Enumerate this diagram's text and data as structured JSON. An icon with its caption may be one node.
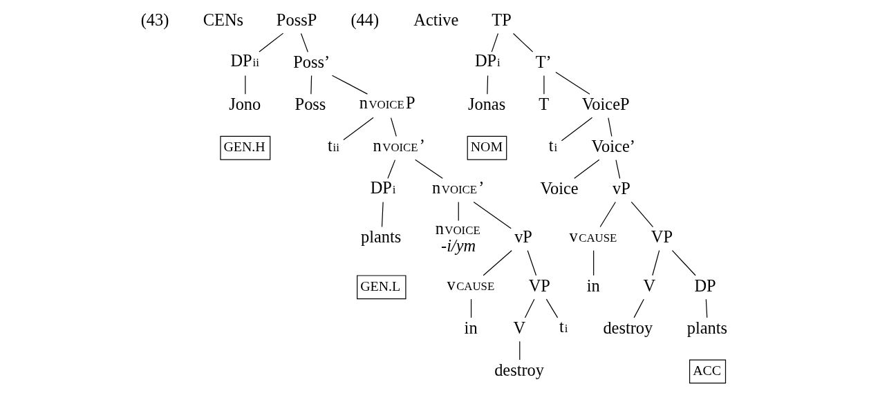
{
  "diagram": {
    "nodes": [
      {
        "text": [
          "PossP"
        ]
      },
      {
        "text": [
          "DP$_{ii}$"
        ]
      },
      {
        "text": [
          "Jono"
        ]
      },
      {
        "text": [
          "GEN.H"
        ]
      },
      {
        "text": [
          "Poss’"
        ]
      },
      {
        "text": [
          "Poss"
        ]
      },
      {
        "text": [
          "n$_{VOICE}$P"
        ]
      },
      {
        "text": [
          "t$_{ii}$"
        ]
      },
      {
        "text": [
          "n$_{VOICE}$’"
        ]
      },
      {
        "text": [
          "DP$_{i}$"
        ]
      },
      {
        "text": [
          "plants"
        ]
      },
      {
        "text": [
          "GEN.L"
        ]
      },
      {
        "text": [
          "n$_{VOICE}$’"
        ]
      },
      {
        "text": [
          "n$_{VOICE}$",
          "-i/ym"
        ]
      },
      {
        "text": [
          "vP"
        ]
      },
      {
        "text": [
          "v$_{CAUSE}$"
        ]
      },
      {
        "text": [
          "in"
        ]
      },
      {
        "text": [
          "VP"
        ]
      },
      {
        "text": [
          "V"
        ]
      },
      {
        "text": [
          "destroy"
        ]
      },
      {
        "text": [
          "t$_{i}$"
        ]
      },
      {
        "text": [
          "TP"
        ]
      },
      {
        "text": [
          "DP$_{i}$"
        ]
      },
      {
        "text": [
          "Jonas"
        ]
      },
      {
        "text": [
          "NOM"
        ]
      },
      {
        "text": [
          "T’"
        ]
      },
      {
        "text": [
          "T"
        ]
      },
      {
        "text": [
          "VoiceP"
        ]
      },
      {
        "text": [
          "t$_{i}$"
        ]
      },
      {
        "text": [
          "Voice’"
        ]
      },
      {
        "text": [
          "Voice"
        ]
      },
      {
        "text": [
          "vP"
        ]
      },
      {
        "text": [
          "v$_{CAUSE}$"
        ]
      },
      {
        "text": [
          "in"
        ]
      },
      {
        "text": [
          "VP"
        ]
      },
      {
        "text": [
          "V"
        ]
      },
      {
        "text": [
          "destroy"
        ]
      },
      {
        "text": [
          "DP"
        ]
      },
      {
        "text": [
          "plants"
        ]
      },
      {
        "text": [
          "ACC"
        ]
      }
    ],
    "edges": [
      {
        "from": 0,
        "to": 1,
        "arrow": "none"
      },
      {
        "from": 0,
        "to": 4,
        "arrow": "none"
      },
      {
        "from": 1,
        "to": 2,
        "arrow": "none"
      },
      {
        "from": 4,
        "to": 5,
        "arrow": "none"
      },
      {
        "from": 4,
        "to": 6,
        "arrow": "none"
      },
      {
        "from": 6,
        "to": 7,
        "arrow": "none"
      },
      {
        "from": 6,
        "to": 8,
        "arrow": "none"
      },
      {
        "from": 8,
        "to": 9,
        "arrow": "none"
      },
      {
        "from": 8,
        "to": 12,
        "arrow": "none"
      },
      {
        "from": 9,
        "to": 10,
        "arrow": "none"
      },
      {
        "from": 12,
        "to": 13,
        "arrow": "none"
      },
      {
        "from": 12,
        "to": 14,
        "arrow": "none"
      },
      {
        "from": 14,
        "to": 15,
        "arrow": "none"
      },
      {
        "from": 14,
        "to": 17,
        "arrow": "none"
      },
      {
        "from": 15,
        "to": 16,
        "arrow": "none"
      },
      {
        "from": 17,
        "to": 18,
        "arrow": "none"
      },
      {
        "from": 17,
        "to": 20,
        "arrow": "none"
      },
      {
        "from": 18,
        "to": 19,
        "arrow": "none"
      },
      {
        "from": 21,
        "to": 22,
        "arrow": "none"
      },
      {
        "from": 21,
        "to": 25,
        "arrow": "none"
      },
      {
        "from": 22,
        "to": 23,
        "arrow": "none"
      },
      {
        "from": 25,
        "to": 26,
        "arrow": "none"
      },
      {
        "from": 25,
        "to": 27,
        "arrow": "none"
      },
      {
        "from": 27,
        "to": 28,
        "arrow": "none"
      },
      {
        "from": 27,
        "to": 29,
        "arrow": "none"
      },
      {
        "from": 29,
        "to": 30,
        "arrow": "none"
      },
      {
        "from": 29,
        "to": 31,
        "arrow": "none"
      },
      {
        "from": 31,
        "to": 32,
        "arrow": "none"
      },
      {
        "from": 31,
        "to": 34,
        "arrow": "none"
      },
      {
        "from": 32,
        "to": 33,
        "arrow": "none"
      },
      {
        "from": 34,
        "to": 35,
        "arrow": "none"
      },
      {
        "from": 34,
        "to": 37,
        "arrow": "none"
      },
      {
        "from": 35,
        "to": 36,
        "arrow": "none"
      },
      {
        "from": 37,
        "to": 38,
        "arrow": "none"
      }
    ],
    "labels": [
      "(43)",
      "CENs",
      "(44)",
      "Active"
    ]
  }
}
